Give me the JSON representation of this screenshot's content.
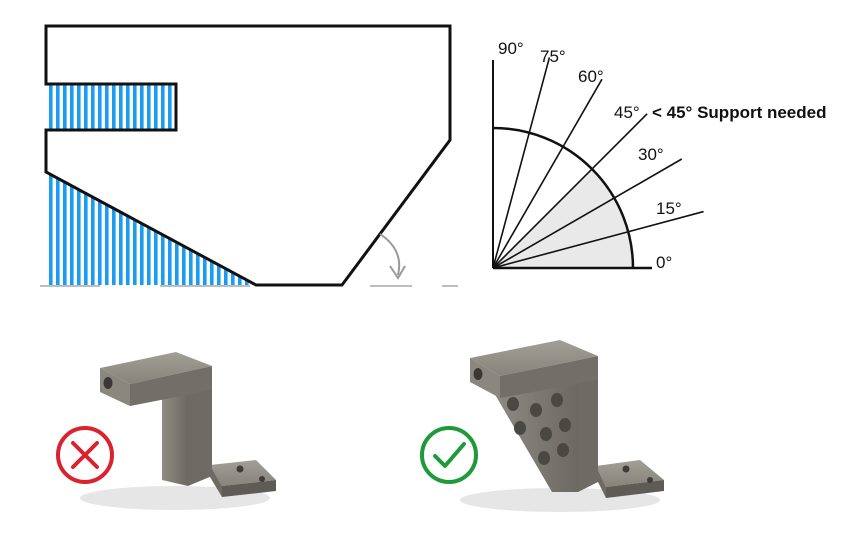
{
  "overhang_diagram": {
    "support_color": "#1a9cf0",
    "outline_color": "#111111",
    "ground_color": "#bdbdbd"
  },
  "protractor": {
    "angles": [
      {
        "deg": 90,
        "label": "90°"
      },
      {
        "deg": 75,
        "label": "75°"
      },
      {
        "deg": 60,
        "label": "60°"
      },
      {
        "deg": 45,
        "label": "45°"
      },
      {
        "deg": 30,
        "label": "30°"
      },
      {
        "deg": 15,
        "label": "15°"
      },
      {
        "deg": 0,
        "label": "0°"
      }
    ],
    "support_zone_deg": [
      0,
      45
    ],
    "support_zone_color": "#e9e9ea",
    "note": "< 45° Support needed"
  },
  "examples": {
    "bad": {
      "icon": "cross-circle-icon",
      "color": "#d9232e"
    },
    "good": {
      "icon": "check-circle-icon",
      "color": "#1e9a3a"
    },
    "part_color": "#7b7870"
  }
}
